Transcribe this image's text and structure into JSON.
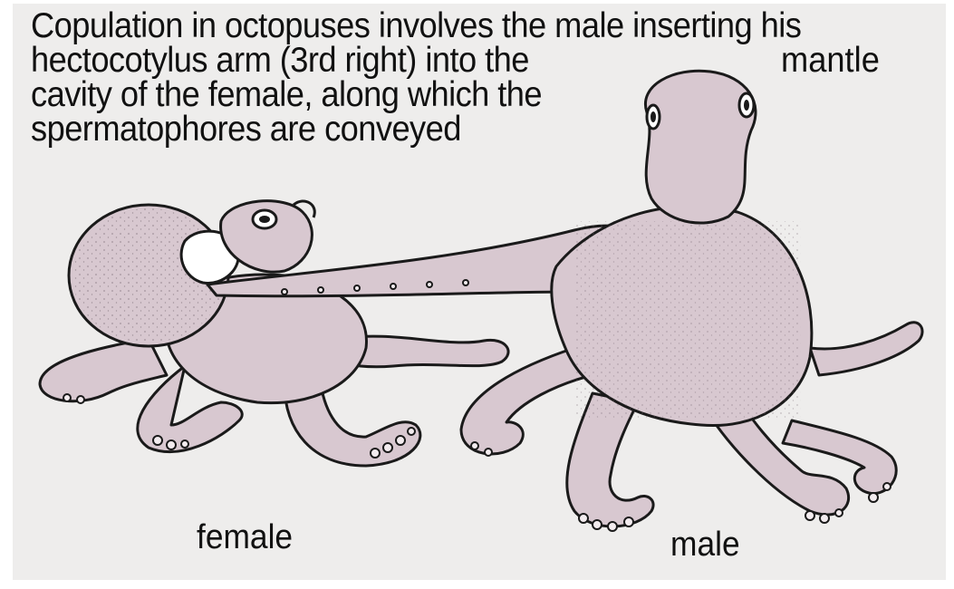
{
  "caption": {
    "line1": "Copulation in octopuses involves the male inserting his",
    "line2": "hectocotylus arm (3rd right) into the",
    "line3": "cavity of the female, along which the",
    "line4": "spermatophores are conveyed"
  },
  "labels": {
    "mantle": "mantle",
    "female": "female",
    "male": "male"
  },
  "colors": {
    "background": "#eeedec",
    "octopus_fill": "#d8c8d0",
    "outline": "#1a1a1a"
  }
}
